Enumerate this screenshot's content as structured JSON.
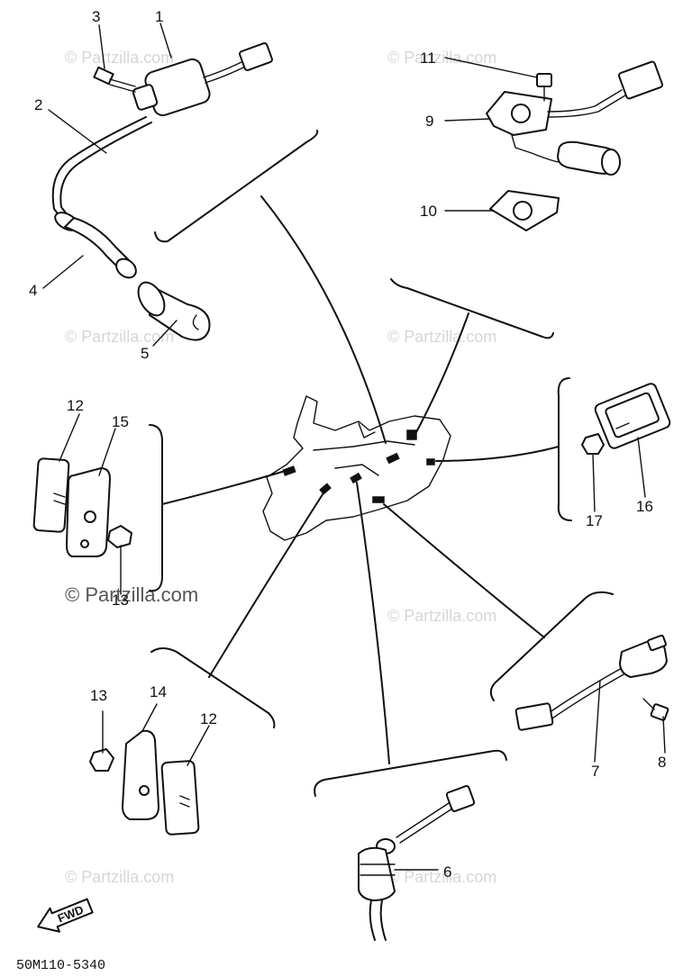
{
  "callouts": [
    "1",
    "2",
    "3",
    "4",
    "5",
    "6",
    "7",
    "8",
    "9",
    "10",
    "11",
    "12",
    "13",
    "14",
    "15",
    "16",
    "17"
  ],
  "callout_labels": {
    "c1": "1",
    "c2": "2",
    "c3": "3",
    "c4": "4",
    "c5": "5",
    "c6": "6",
    "c7": "7",
    "c8": "8",
    "c9": "9",
    "c10": "10",
    "c11": "11",
    "c12a": "12",
    "c12b": "12",
    "c13a": "13",
    "c13b": "13",
    "c14": "14",
    "c15": "15",
    "c16": "16",
    "c17": "17"
  },
  "watermark": {
    "faint": "© Partzilla.com",
    "primary": "© Partzilla.com"
  },
  "fwd_label": "FWD",
  "diagram_code": "50M110-5340"
}
